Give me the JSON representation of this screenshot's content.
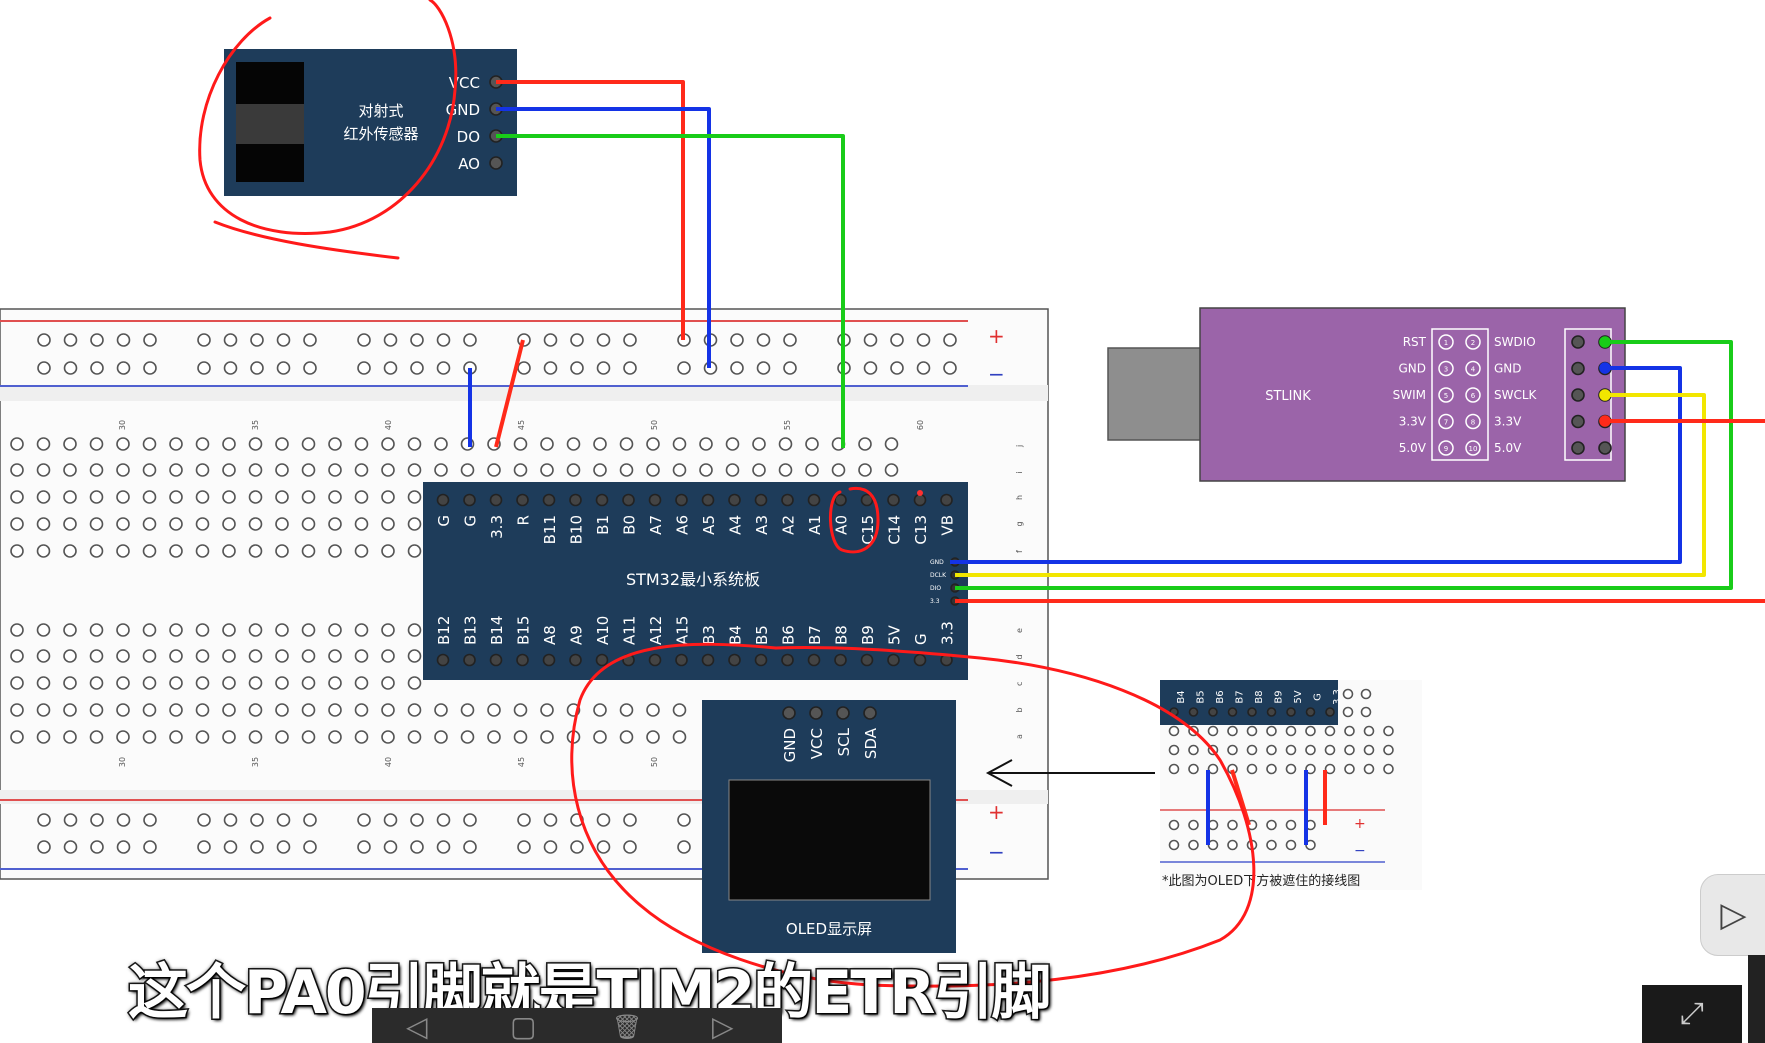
{
  "sensor": {
    "title_line1": "对射式",
    "title_line2": "红外传感器",
    "pins": [
      "VCC",
      "GND",
      "DO",
      "AO"
    ]
  },
  "breadboard": {
    "col_numbers": [
      "30",
      "35",
      "40",
      "45",
      "50",
      "55",
      "60"
    ],
    "row_letters_top": [
      "j",
      "i",
      "h",
      "g",
      "f"
    ],
    "row_letters_bottom": [
      "e",
      "d",
      "c",
      "b",
      "a"
    ],
    "rail_plus": "+",
    "rail_minus": "−"
  },
  "stm32": {
    "title": "STM32最小系统板",
    "top_pins": [
      "G",
      "G",
      "3.3",
      "R",
      "B11",
      "B10",
      "B1",
      "B0",
      "A7",
      "A6",
      "A5",
      "A4",
      "A3",
      "A2",
      "A1",
      "A0",
      "C15",
      "C14",
      "C13",
      "VB"
    ],
    "bottom_pins": [
      "B12",
      "B13",
      "B14",
      "B15",
      "A8",
      "A9",
      "A10",
      "A11",
      "A12",
      "A15",
      "B3",
      "B4",
      "B5",
      "B6",
      "B7",
      "B8",
      "B9",
      "5V",
      "G",
      "3.3"
    ],
    "side_pins": [
      "GND",
      "DCLK",
      "DIO",
      "3.3"
    ]
  },
  "stlink": {
    "title": "STLINK",
    "left_labels": [
      "RST",
      "GND",
      "SWIM",
      "3.3V",
      "5.0V"
    ],
    "right_labels": [
      "SWDIO",
      "GND",
      "SWCLK",
      "3.3V",
      "5.0V"
    ],
    "pin_numbers_left": [
      "1",
      "3",
      "5",
      "7",
      "9"
    ],
    "pin_numbers_right": [
      "2",
      "4",
      "6",
      "8",
      "10"
    ]
  },
  "oled": {
    "title": "OLED显示屏",
    "pins": [
      "GND",
      "VCC",
      "SCL",
      "SDA"
    ]
  },
  "inset": {
    "pins": [
      "B4",
      "B5",
      "B6",
      "B7",
      "B8",
      "B9",
      "5V",
      "G",
      "3.3"
    ],
    "caption": "*此图为OLED下方被遮住的接线图",
    "plus": "+",
    "minus": "−"
  },
  "subtitle": "这个PA0引脚就是TIM2的ETR引脚",
  "icons": {
    "prev": "◁",
    "home": "▢",
    "trash": "🗑",
    "next": "▷",
    "expand": "⤢",
    "side": "▷"
  },
  "colors": {
    "wire_red": "#ff2a1a",
    "wire_blue": "#1433e6",
    "wire_green": "#19cc19",
    "wire_yellow": "#f2e600",
    "board_navy": "#1e3c5a",
    "stlink_purple": "#9b64a9",
    "annotation_red": "#ff1a1a"
  }
}
